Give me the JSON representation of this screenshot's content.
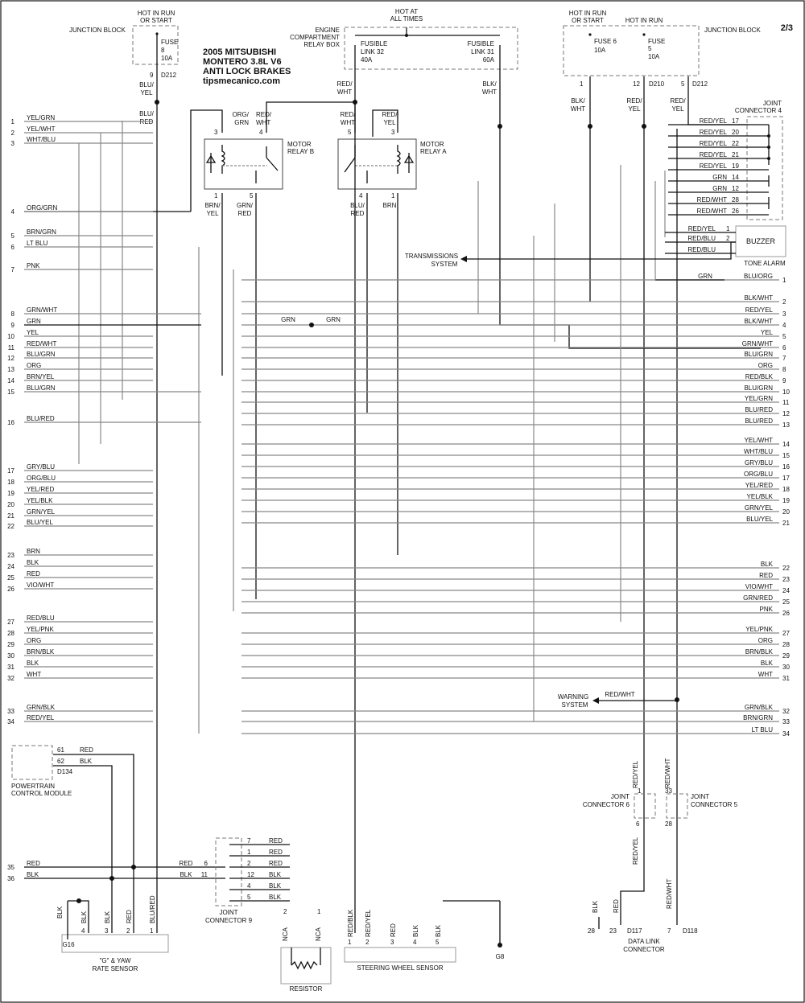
{
  "page_number": "2/3",
  "header": {
    "title": [
      "2005 MITSUBISHI",
      "MONTERO  3.8L V6",
      "ANTI LOCK BRAKES",
      "tipsmecanico.com"
    ]
  },
  "power": {
    "hot_run_start_left": [
      "HOT IN RUN",
      "OR START"
    ],
    "junction_block_left": "JUNCTION BLOCK",
    "fuse8": [
      "FUSE",
      "8",
      "10A"
    ],
    "fuse8_pin": "9",
    "fuse8_conn": "D212",
    "fuse8_out": [
      "BLU/",
      "YEL"
    ],
    "fuse8_out2": [
      "BLU/",
      "RED"
    ],
    "hot_all_times": [
      "HOT AT",
      "ALL TIMES"
    ],
    "ecrb": [
      "ENGINE",
      "COMPARTMENT",
      "RELAY BOX"
    ],
    "fl32": [
      "FUSIBLE",
      "LINK 32",
      "40A"
    ],
    "fl31": [
      "FUSIBLE",
      "LINK 31",
      "60A"
    ],
    "fl32_out": [
      "RED/",
      "WHT"
    ],
    "fl31_out": [
      "BLK/",
      "WHT"
    ],
    "hot_run_start_right": [
      "HOT IN RUN",
      "OR START"
    ],
    "hot_in_run": "HOT IN RUN",
    "junction_block_right": "JUNCTION BLOCK",
    "fuse6": [
      "FUSE 6",
      "10A"
    ],
    "fuse5": [
      "FUSE",
      "5",
      "10A"
    ],
    "jb_pins": [
      "1",
      "12",
      "D210",
      "5",
      "D212"
    ],
    "jb_out": [
      [
        "BLK/",
        "WHT"
      ],
      [
        "RED/",
        "YEL"
      ],
      [
        "RED/",
        "YEL"
      ]
    ]
  },
  "relays": {
    "relay_b": {
      "name": [
        "MOTOR",
        "RELAY B"
      ],
      "pins_top": [
        "3",
        "4"
      ],
      "pins_bottom": [
        "1",
        "5"
      ],
      "wires_top": [
        [
          "ORG/",
          "GRN"
        ],
        [
          "RED/",
          "WHT"
        ]
      ],
      "wires_bottom": [
        [
          "BRN/",
          "YEL"
        ],
        [
          "GRN/",
          "RED"
        ]
      ]
    },
    "relay_a": {
      "name": [
        "MOTOR",
        "RELAY A"
      ],
      "pins_top": [
        "5",
        "3"
      ],
      "pins_bottom": [
        "4",
        "1"
      ],
      "wires_top": [
        [
          "RED/",
          "WHT"
        ],
        [
          "RED/",
          "YEL"
        ]
      ],
      "wires_bottom": [
        [
          "BLU/",
          "RED"
        ],
        [
          "BRN"
        ]
      ]
    }
  },
  "left_pins": [
    [
      "1",
      "YEL/GRN"
    ],
    [
      "2",
      "YEL/WHT"
    ],
    [
      "3",
      "WHT/BLU"
    ],
    [
      "4",
      "ORG/GRN"
    ],
    [
      "5",
      "BRN/GRN"
    ],
    [
      "6",
      "LT BLU"
    ],
    [
      "7",
      "PNK"
    ],
    [
      "8",
      "GRN/WHT"
    ],
    [
      "9",
      "GRN"
    ],
    [
      "10",
      "YEL"
    ],
    [
      "11",
      "RED/WHT"
    ],
    [
      "12",
      "BLU/GRN"
    ],
    [
      "13",
      "ORG"
    ],
    [
      "14",
      "BRN/YEL"
    ],
    [
      "15",
      "BLU/GRN"
    ],
    [
      "16",
      "BLU/RED"
    ],
    [
      "17",
      "GRY/BLU"
    ],
    [
      "18",
      "ORG/BLU"
    ],
    [
      "19",
      "YEL/RED"
    ],
    [
      "20",
      "YEL/BLK"
    ],
    [
      "21",
      "GRN/YEL"
    ],
    [
      "22",
      "BLU/YEL"
    ],
    [
      "23",
      "BRN"
    ],
    [
      "24",
      "BLK"
    ],
    [
      "25",
      "RED"
    ],
    [
      "26",
      "VIO/WHT"
    ],
    [
      "27",
      "RED/BLU"
    ],
    [
      "28",
      "YEL/PNK"
    ],
    [
      "29",
      "ORG"
    ],
    [
      "30",
      "BRN/BLK"
    ],
    [
      "31",
      "BLK"
    ],
    [
      "32",
      "WHT"
    ],
    [
      "33",
      "GRN/BLK"
    ],
    [
      "34",
      "RED/YEL"
    ],
    [
      "35",
      "RED"
    ],
    [
      "36",
      "BLK"
    ]
  ],
  "right_pins": [
    [
      "1",
      "BLU/ORG"
    ],
    [
      "2",
      "BLK/WHT"
    ],
    [
      "3",
      "RED/YEL"
    ],
    [
      "4",
      "BLK/WHT"
    ],
    [
      "5",
      "YEL"
    ],
    [
      "6",
      "GRN/WHT"
    ],
    [
      "7",
      "BLU/GRN"
    ],
    [
      "8",
      "ORG"
    ],
    [
      "9",
      "RED/BLK"
    ],
    [
      "10",
      "BLU/GRN"
    ],
    [
      "11",
      "YEL/GRN"
    ],
    [
      "12",
      "BLU/RED"
    ],
    [
      "13",
      "BLU/RED"
    ],
    [
      "14",
      "YEL/WHT"
    ],
    [
      "15",
      "WHT/BLU"
    ],
    [
      "16",
      "GRY/BLU"
    ],
    [
      "17",
      "ORG/BLU"
    ],
    [
      "18",
      "YEL/RED"
    ],
    [
      "19",
      "YEL/BLK"
    ],
    [
      "20",
      "GRN/YEL"
    ],
    [
      "21",
      "BLU/YEL"
    ],
    [
      "22",
      "BLK"
    ],
    [
      "23",
      "RED"
    ],
    [
      "24",
      "VIO/WHT"
    ],
    [
      "25",
      "GRN/RED"
    ],
    [
      "26",
      "PNK"
    ],
    [
      "27",
      "YEL/PNK"
    ],
    [
      "28",
      "ORG"
    ],
    [
      "29",
      "BRN/BLK"
    ],
    [
      "30",
      "BLK"
    ],
    [
      "31",
      "WHT"
    ],
    [
      "32",
      "GRN/BLK"
    ],
    [
      "33",
      "BRN/GRN"
    ],
    [
      "34",
      "LT BLU"
    ]
  ],
  "joint_connector_4": {
    "name": [
      "JOINT",
      "CONNECTOR 4"
    ],
    "rows": [
      [
        "RED/YEL",
        "17"
      ],
      [
        "RED/YEL",
        "20"
      ],
      [
        "RED/YEL",
        "22"
      ],
      [
        "RED/YEL",
        "21"
      ],
      [
        "RED/YEL",
        "19"
      ],
      [
        "GRN",
        "14"
      ],
      [
        "GRN",
        "12"
      ],
      [
        "RED/WHT",
        "28"
      ],
      [
        "RED/WHT",
        "26"
      ]
    ]
  },
  "buzzer": {
    "name": "BUZZER",
    "sub": "TONE ALARM",
    "rows": [
      [
        "RED/YEL",
        "1"
      ],
      [
        "RED/BLU",
        "2"
      ],
      [
        "RED/BLU",
        ""
      ]
    ]
  },
  "misc": {
    "transmissions": [
      "TRANSMISSIONS",
      "SYSTEM"
    ],
    "grn_splice": [
      "GRN",
      "GRN"
    ],
    "warning": [
      "WARNING",
      "SYSTEM"
    ],
    "warning_wire": "RED/WHT",
    "grn_blu_org_wire": "GRN"
  },
  "pcm": {
    "name": [
      "POWERTRAIN",
      "CONTROL MODULE"
    ],
    "pins": [
      [
        "61",
        "RED"
      ],
      [
        "62",
        "BLK"
      ]
    ],
    "conn": "D134"
  },
  "g_yaw": {
    "name": [
      "\"G\" & YAW",
      "RATE SENSOR"
    ],
    "pins": [
      "4",
      "3",
      "2",
      "1"
    ],
    "wires": [
      "BLK",
      "BLK",
      "RED",
      "BLU/RED"
    ],
    "gnd_wire": "BLK",
    "ground": "G16"
  },
  "joint_connector_9": {
    "name": [
      "JOINT",
      "CONNECTOR 9"
    ],
    "left": [
      [
        "RED",
        "6"
      ],
      [
        "BLK",
        "11"
      ]
    ],
    "right": [
      [
        "7",
        "RED"
      ],
      [
        "1",
        "RED"
      ],
      [
        "2",
        "RED"
      ],
      [
        "12",
        "BLK"
      ],
      [
        "4",
        "BLK"
      ],
      [
        "5",
        "BLK"
      ]
    ]
  },
  "resistor": {
    "name": "RESISTOR",
    "pins": [
      "2",
      "1"
    ],
    "wires": [
      "NCA",
      "NCA"
    ]
  },
  "steering_sensor": {
    "name": "STEERING WHEEL SENSOR",
    "pins": [
      "1",
      "2",
      "3",
      "4",
      "5"
    ],
    "wires": [
      "RED/BLK",
      "RED/YEL",
      "RED",
      "BLK",
      "BLK"
    ],
    "ground": "G8"
  },
  "joint_connector_6": {
    "name": [
      "JOINT",
      "CONNECTOR 6"
    ],
    "pins": [
      "1",
      "6"
    ],
    "wires": [
      "RED/YEL",
      "RED/YEL"
    ]
  },
  "joint_connector_5": {
    "name": [
      "JOINT",
      "CONNECTOR 5"
    ],
    "pins": [
      "33",
      "28"
    ],
    "wires": [
      "RED/WHT",
      "RED/WHT"
    ]
  },
  "dlc": {
    "name": [
      "DATA LINK",
      "CONNECTOR"
    ],
    "wires": [
      "BLK",
      "RED"
    ],
    "pins": [
      "28",
      "23"
    ],
    "conn": "D117",
    "pin2": "7",
    "conn2": "D118"
  }
}
